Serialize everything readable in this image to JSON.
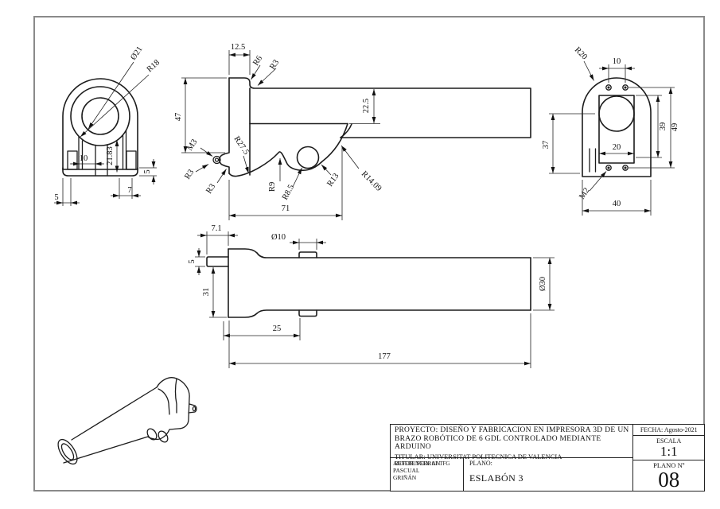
{
  "views": {
    "end_left": {
      "name": "left-end-view",
      "labels": {
        "dia21": "Ø21",
        "r18": "R18",
        "d10": "10",
        "d21_83": "21.83",
        "d5_side": "5",
        "d7": "7",
        "d5_base": "5"
      }
    },
    "front": {
      "name": "front-profile-view",
      "labels": {
        "d12_5": "12.5",
        "r6": "R6",
        "r3_top": "R3",
        "d47": "47",
        "m3": "M3",
        "r3_mid": "R3",
        "r3_low": "R3",
        "r27_5": "R27.5",
        "d22_5": "22.5",
        "r9": "R9",
        "r8_5": "R8.5",
        "r13": "R13",
        "r14_09": "R14.09",
        "d71": "71"
      }
    },
    "end_right": {
      "name": "right-end-view",
      "labels": {
        "r20": "R20",
        "d10": "10",
        "d37": "37",
        "d20": "20",
        "d39": "39",
        "d49": "49",
        "m2": "M2",
        "d40": "40"
      }
    },
    "top": {
      "name": "plan-view",
      "labels": {
        "d7_1": "7.1",
        "dia10": "Ø10",
        "d5": "5",
        "d31": "31",
        "d25": "25",
        "d177": "177",
        "dia30": "Ø30"
      }
    },
    "isometric": {
      "name": "isometric-view"
    }
  },
  "title_block": {
    "proyecto_line1": "PROYECTO: DISEÑO Y FABRICACION EN IMPRESORA 3D DE UN",
    "proyecto_line2": "BRAZO ROBÓTICO DE 6 GDL CONTROLADO MEDIANTE ARDUINO",
    "titular": "TITULAR: UNIVERSITAT POLITECNICA DE VALENCIA",
    "referencia": "REFERENCIA: 01-TFG",
    "autor_line1": "AUTOR: FERRAN PASCUAL",
    "autor_line2": "GRIÑÁN",
    "plano_label": "PLANO:",
    "plano_name": "ESLABÓN 3",
    "fecha": "FECHA: Agosto-2021",
    "escala_label": "ESCALA",
    "escala_value": "1:1",
    "plano_num_label": "PLANO Nº",
    "plano_num_value": "08"
  },
  "colors": {
    "line": "#1c1c1c",
    "frame": "#8a8a8a",
    "background": "#ffffff"
  }
}
